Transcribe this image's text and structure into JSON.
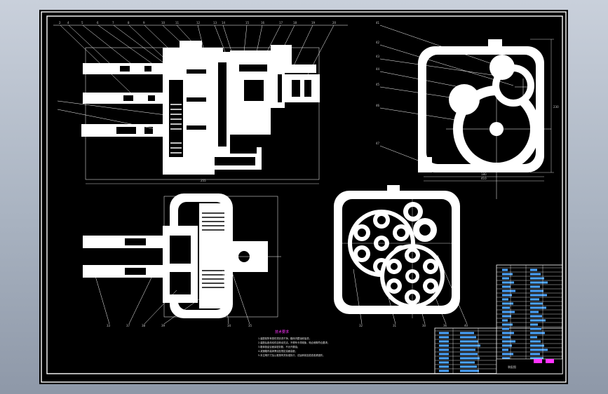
{
  "drawing": {
    "balloons_top_view": [
      "2",
      "4",
      "5",
      "6",
      "7",
      "8",
      "9",
      "10",
      "11",
      "12",
      "13",
      "14",
      "15",
      "16",
      "17",
      "18",
      "19",
      "20"
    ],
    "balloons_right_view": [
      "41",
      "42",
      "43",
      "44",
      "45",
      "46",
      "47"
    ],
    "balloons_bottom_left": [
      "33",
      "37",
      "38",
      "39",
      "34",
      "35"
    ],
    "balloons_bottom_right": [
      "32",
      "31",
      "30",
      "36",
      "40"
    ],
    "dim_top_width": "255",
    "dim_right_height": "230",
    "dim_right_width_a": "180",
    "dim_right_width_b": "410"
  },
  "notes": {
    "title": "技术要求",
    "lines": [
      "1.装配前所有零件须清洗干净，箱体内壁涂耐油漆；",
      "2.装配后各传动件应转动灵活，不得有卡滞现象，啮合侧隙符合要求；",
      "3.箱体各结合面涂密封胶，不允许漏油；",
      "4.减速箱内装润滑油至规定油面高度；",
      "5.未注明尺寸及公差按有关标准执行，试运转前应检查各紧固件。"
    ]
  },
  "title_block": {
    "drawing_name": "装配图"
  },
  "colors": {
    "sheet": "#000000",
    "line": "#ffffff",
    "magenta": "#ff33ff",
    "blue": "#4da6ff"
  }
}
